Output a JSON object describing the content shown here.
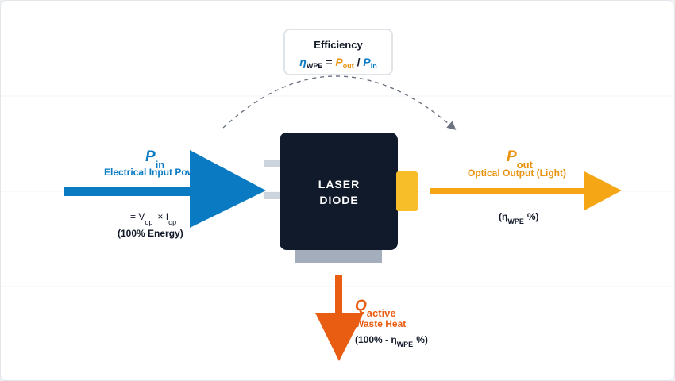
{
  "equation": {
    "title": "Efficiency",
    "eta": "η",
    "eta_sub": "WPE",
    "equals": "=",
    "p": "P",
    "out_sub": "out",
    "divide": "/",
    "in_sub": "in"
  },
  "diode": {
    "label_line1": "LASER",
    "label_line2": "DIODE"
  },
  "input": {
    "symbol": "P",
    "symbol_sub": "in",
    "label": "Electrical Input Power",
    "formula_prefix": "= V",
    "formula_sub1": "op",
    "formula_times": "× I",
    "formula_sub2": "op",
    "energy": "(100% Energy)"
  },
  "output": {
    "symbol": "P",
    "symbol_sub": "out",
    "label": "Optical Output (Light)",
    "pct_open": "(η",
    "pct_sub": "WPE",
    "pct_close": "%)"
  },
  "heat": {
    "symbol": "Q",
    "symbol_sub": "active",
    "label": "Waste Heat",
    "pct_open": "(100% - η",
    "pct_sub": "WPE",
    "pct_close": "%)"
  },
  "colors": {
    "input_blue": "#0a7ac2",
    "output_orange": "#f4a614",
    "heat_orange": "#e85d12",
    "diode_dark": "#111a2b",
    "lens_yellow": "#f7be29",
    "heatsink_gray": "#a3adbb",
    "pin_gray": "#cbd3dd",
    "dashed_gray": "#6b7280"
  }
}
